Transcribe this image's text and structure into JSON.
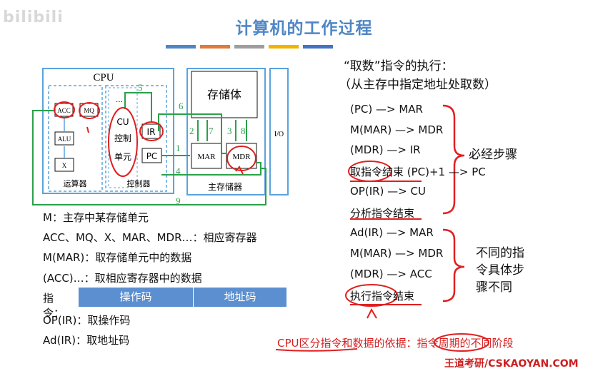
{
  "watermark": "bilibili",
  "title": "计算机的工作过程",
  "title_bar_colors": [
    "#4f86c6",
    "#e07a3a",
    "#9e9e9e",
    "#f0b400",
    "#4472c4",
    "#6aa84f"
  ],
  "diagram": {
    "cpu_label": "CPU",
    "acc": "ACC",
    "mq": "MQ",
    "alu": "ALU",
    "x": "X",
    "alu_group": "运算器",
    "cu_lines": [
      "CU",
      "控制",
      "单元"
    ],
    "ir": "IR",
    "pc": "PC",
    "cu_group": "控制器",
    "storage": "存储体",
    "mar": "MAR",
    "mdr": "MDR",
    "mem_group": "主存储器",
    "io": "I/O",
    "step_numbers": [
      "1",
      "2",
      "3",
      "4",
      "5",
      "6",
      "7",
      "8",
      "9"
    ]
  },
  "legend": [
    "M：主存中某存储单元",
    "ACC、MQ、X、MAR、MDR…：相应寄存器",
    "M(MAR)：取存储单元中的数据",
    "(ACC)…：取相应寄存器中的数据"
  ],
  "instruction": {
    "label": "指令：",
    "opcode": "操作码",
    "address": "地址码"
  },
  "legend_bottom": [
    "OP(IR)：取操作码",
    "Ad(IR)：取地址码"
  ],
  "right": {
    "title1": "“取数”指令的执行：",
    "title2": "（从主存中指定地址处取数）",
    "steps_group1": [
      "(PC) —> MAR",
      "M(MAR) —> MDR",
      "(MDR) —> IR",
      "取指令结束 (PC)+1 —> PC",
      "OP(IR) —> CU",
      "分析指令结束"
    ],
    "brace1_label": "必经步骤",
    "steps_group2": [
      "Ad(IR) —> MAR",
      "M(MAR) —> MDR",
      "(MDR) —> ACC",
      "执行指令结束"
    ],
    "brace2_label": [
      "不同的指",
      "令具体步",
      "骤不同"
    ]
  },
  "footnote": {
    "part1": "CPU区分指令和数据的依据：",
    "part2": "指令周期",
    "part3": "的不同阶段"
  },
  "brand": "王道考研/CSKAOYAN.COM"
}
